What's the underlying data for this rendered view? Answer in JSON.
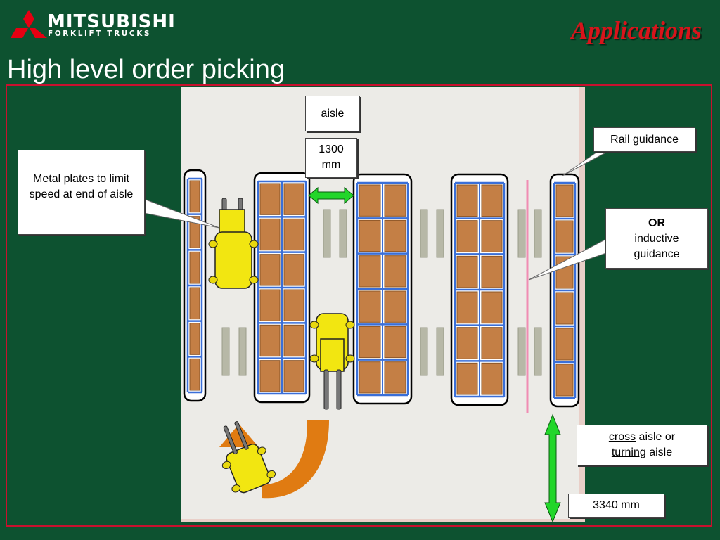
{
  "header": {
    "brand_name": "MITSUBISHI",
    "brand_sub": "FORKLIFT TRUCKS",
    "section": "Applications",
    "brand_color": "#d8141b"
  },
  "page": {
    "title": "High level order picking",
    "background": "#0d5230",
    "frame_color": "#c8102e"
  },
  "labels": {
    "aisle": "aisle",
    "aisle_width_value": "1300",
    "aisle_width_unit": "mm",
    "rail": "Rail guidance",
    "metal_plates": "Metal plates to limit speed at end of aisle",
    "or": "OR",
    "inductive": "inductive guidance",
    "cross_word": "cross",
    "cross_rest": " aisle or",
    "turning_word": "turning",
    "turning_rest": " aisle",
    "cross_aisle_length": "3340 mm"
  },
  "colors": {
    "floor": "#ecebe7",
    "rack_outline": "#000000",
    "beam": "#3a6fd8",
    "pallet": "#c47f45",
    "plate": "#b7b8a7",
    "truck": "#f2e611",
    "dimension_arrow": "#22d62a",
    "turn_arrow": "#e07b12",
    "inductive_line": "#f08cb3"
  }
}
